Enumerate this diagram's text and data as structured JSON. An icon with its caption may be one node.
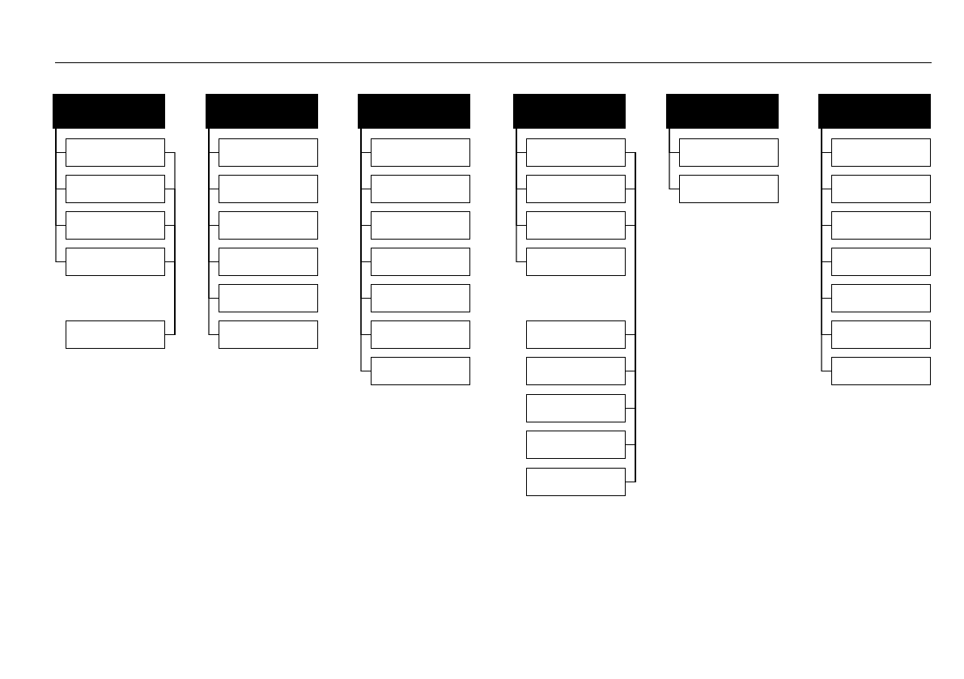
{
  "diagram": {
    "nodes": [
      {
        "text": [],
        "shape": "box"
      },
      {
        "text": [],
        "shape": "box"
      },
      {
        "text": [],
        "shape": "box"
      },
      {
        "text": [],
        "shape": "box"
      },
      {
        "text": [],
        "shape": "box"
      },
      {
        "text": [],
        "shape": "box"
      },
      {
        "text": [],
        "shape": "box"
      },
      {
        "text": [],
        "shape": "box"
      },
      {
        "text": [],
        "shape": "box"
      },
      {
        "text": [],
        "shape": "box"
      },
      {
        "text": [],
        "shape": "box"
      },
      {
        "text": [],
        "shape": "box"
      },
      {
        "text": [],
        "shape": "box"
      },
      {
        "text": [],
        "shape": "box"
      },
      {
        "text": [],
        "shape": "box"
      },
      {
        "text": [],
        "shape": "box"
      },
      {
        "text": [],
        "shape": "box"
      },
      {
        "text": [],
        "shape": "box"
      },
      {
        "text": [],
        "shape": "box"
      },
      {
        "text": [],
        "shape": "box"
      },
      {
        "text": [],
        "shape": "box"
      },
      {
        "text": [],
        "shape": "box"
      },
      {
        "text": [],
        "shape": "box"
      },
      {
        "text": [],
        "shape": "box"
      },
      {
        "text": [],
        "shape": "box"
      },
      {
        "text": [],
        "shape": "box"
      },
      {
        "text": [],
        "shape": "box"
      },
      {
        "text": [],
        "shape": "box"
      },
      {
        "text": [],
        "shape": "box"
      },
      {
        "text": [],
        "shape": "box"
      },
      {
        "text": [],
        "shape": "box"
      },
      {
        "text": [],
        "shape": "box"
      },
      {
        "text": [],
        "shape": "box"
      },
      {
        "text": [],
        "shape": "box"
      },
      {
        "text": [],
        "shape": "box"
      },
      {
        "text": [],
        "shape": "box"
      },
      {
        "text": [],
        "shape": "box"
      },
      {
        "text": [],
        "shape": "box"
      },
      {
        "text": [],
        "shape": "box"
      },
      {
        "text": [],
        "shape": "box"
      },
      {
        "text": [],
        "shape": "box"
      },
      {
        "text": [],
        "shape": "box"
      }
    ],
    "edges": [
      {
        "from": 0,
        "to": 1,
        "arrow": "none"
      },
      {
        "from": 0,
        "to": 2,
        "arrow": "none"
      },
      {
        "from": 0,
        "to": 3,
        "arrow": "none"
      },
      {
        "from": 0,
        "to": 4,
        "arrow": "none"
      },
      {
        "from": 1,
        "to": 5,
        "arrow": "none"
      },
      {
        "from": 2,
        "to": 5,
        "arrow": "none"
      },
      {
        "from": 3,
        "to": 5,
        "arrow": "none"
      },
      {
        "from": 4,
        "to": 5,
        "arrow": "none"
      },
      {
        "from": 6,
        "to": 7,
        "arrow": "none"
      },
      {
        "from": 6,
        "to": 8,
        "arrow": "none"
      },
      {
        "from": 6,
        "to": 9,
        "arrow": "none"
      },
      {
        "from": 6,
        "to": 10,
        "arrow": "none"
      },
      {
        "from": 6,
        "to": 11,
        "arrow": "none"
      },
      {
        "from": 6,
        "to": 12,
        "arrow": "none"
      },
      {
        "from": 13,
        "to": 14,
        "arrow": "none"
      },
      {
        "from": 13,
        "to": 15,
        "arrow": "none"
      },
      {
        "from": 13,
        "to": 16,
        "arrow": "none"
      },
      {
        "from": 13,
        "to": 17,
        "arrow": "none"
      },
      {
        "from": 13,
        "to": 18,
        "arrow": "none"
      },
      {
        "from": 13,
        "to": 19,
        "arrow": "none"
      },
      {
        "from": 13,
        "to": 20,
        "arrow": "none"
      },
      {
        "from": 21,
        "to": 22,
        "arrow": "none"
      },
      {
        "from": 21,
        "to": 23,
        "arrow": "none"
      },
      {
        "from": 21,
        "to": 24,
        "arrow": "none"
      },
      {
        "from": 21,
        "to": 25,
        "arrow": "none"
      },
      {
        "from": 22,
        "to": 26,
        "arrow": "none"
      },
      {
        "from": 22,
        "to": 27,
        "arrow": "none"
      },
      {
        "from": 22,
        "to": 28,
        "arrow": "none"
      },
      {
        "from": 22,
        "to": 29,
        "arrow": "none"
      },
      {
        "from": 22,
        "to": 30,
        "arrow": "none"
      },
      {
        "from": 23,
        "to": 26,
        "arrow": "none"
      },
      {
        "from": 23,
        "to": 27,
        "arrow": "none"
      },
      {
        "from": 23,
        "to": 28,
        "arrow": "none"
      },
      {
        "from": 23,
        "to": 29,
        "arrow": "none"
      },
      {
        "from": 23,
        "to": 30,
        "arrow": "none"
      },
      {
        "from": 24,
        "to": 26,
        "arrow": "none"
      },
      {
        "from": 24,
        "to": 27,
        "arrow": "none"
      },
      {
        "from": 24,
        "to": 28,
        "arrow": "none"
      },
      {
        "from": 24,
        "to": 29,
        "arrow": "none"
      },
      {
        "from": 24,
        "to": 30,
        "arrow": "none"
      },
      {
        "from": 31,
        "to": 32,
        "arrow": "none"
      },
      {
        "from": 31,
        "to": 33,
        "arrow": "none"
      },
      {
        "from": 34,
        "to": 35,
        "arrow": "none"
      },
      {
        "from": 34,
        "to": 36,
        "arrow": "none"
      },
      {
        "from": 34,
        "to": 37,
        "arrow": "none"
      },
      {
        "from": 34,
        "to": 38,
        "arrow": "none"
      },
      {
        "from": 34,
        "to": 39,
        "arrow": "none"
      },
      {
        "from": 34,
        "to": 40,
        "arrow": "none"
      },
      {
        "from": 34,
        "to": 41,
        "arrow": "none"
      }
    ]
  }
}
